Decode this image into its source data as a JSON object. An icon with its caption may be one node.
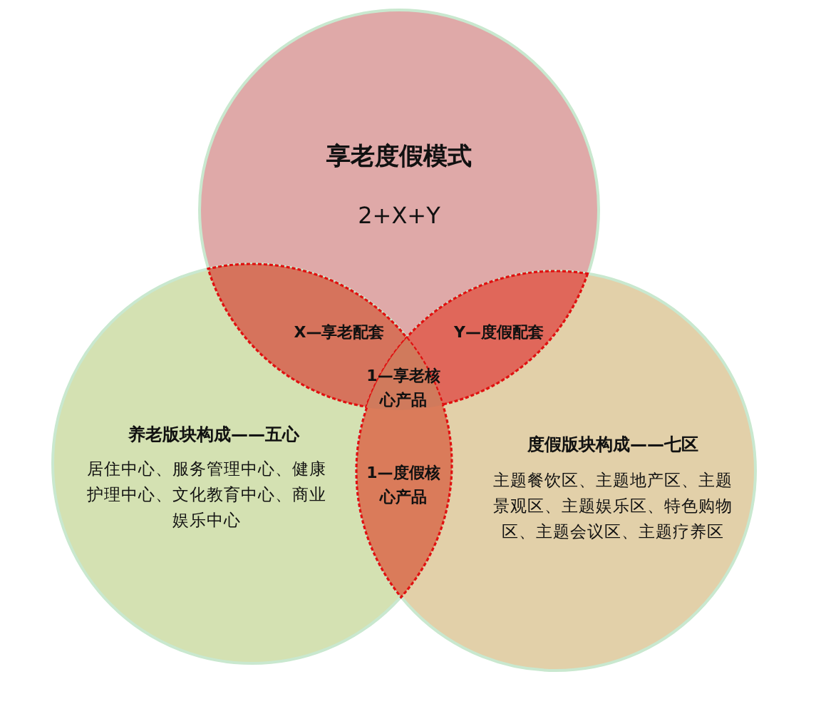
{
  "diagram": {
    "nodes": [
      {
        "text": [
          "享老度假模式",
          "2+X+Y"
        ]
      },
      {
        "text": [
          "养老版块构成——五心",
          "居住中心、服务管理中心、健康护理中心、文化教育中心、商业娱乐中心"
        ]
      },
      {
        "text": [
          "度假版块构成——七区",
          "主题餐饮区、主题地产区、主题景观区、主题娱乐区、特色购物区、主题会议区、主题疗养区"
        ]
      },
      {
        "text": [
          "X—享老配套"
        ]
      },
      {
        "text": [
          "Y—度假配套"
        ]
      },
      {
        "text": [
          "1—享老核心产品"
        ]
      },
      {
        "text": [
          "1—度假核心产品"
        ]
      }
    ]
  }
}
